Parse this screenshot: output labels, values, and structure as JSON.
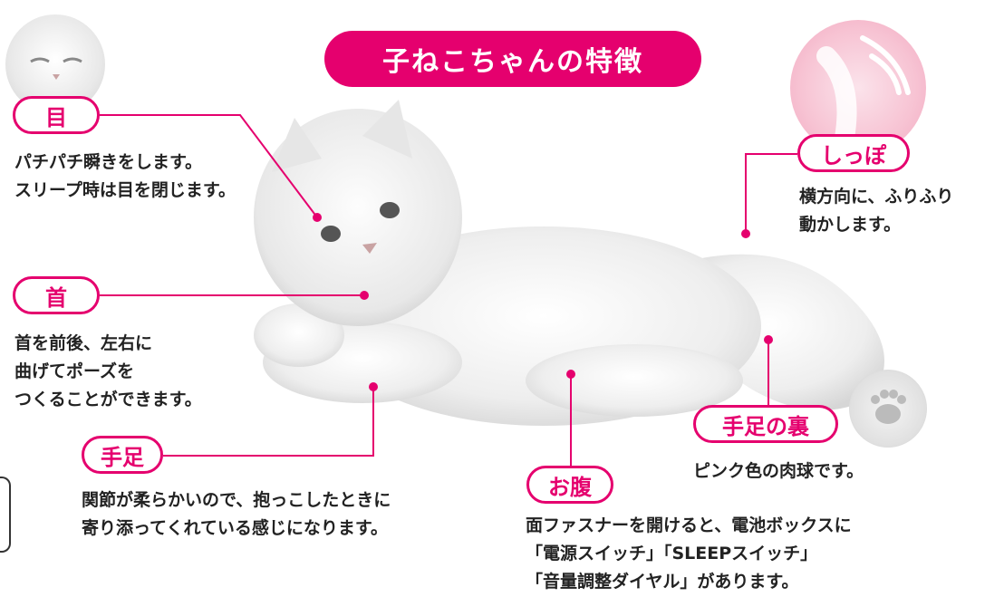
{
  "title": "子ねこちゃんの特徴",
  "features": [
    {
      "label": "目",
      "lines": [
        "パチパチ瞬きをします。",
        "スリープ時は目を閉じます。"
      ]
    },
    {
      "label": "首",
      "lines": [
        "首を前後、左右に",
        "曲げてポーズを",
        "つくることができます。"
      ]
    },
    {
      "label": "手足",
      "lines": [
        "関節が柔らかいので、抱っこしたときに",
        "寄り添ってくれている感じになります。"
      ]
    },
    {
      "label": "しっぽ",
      "lines": [
        "横方向に、ふりふり",
        "動かします。"
      ]
    },
    {
      "label": "手足の裏",
      "lines": [
        "ピンク色の肉球です。"
      ]
    },
    {
      "label": "お腹",
      "lines": [
        "面ファスナーを開けると、電池ボックスに",
        "「電源スイッチ」「SLEEPスイッチ」",
        "「音量調整ダイヤル」があります。"
      ]
    }
  ],
  "colors": {
    "accent": "#e5006e",
    "thumb_pink": "#f7c3d3"
  }
}
